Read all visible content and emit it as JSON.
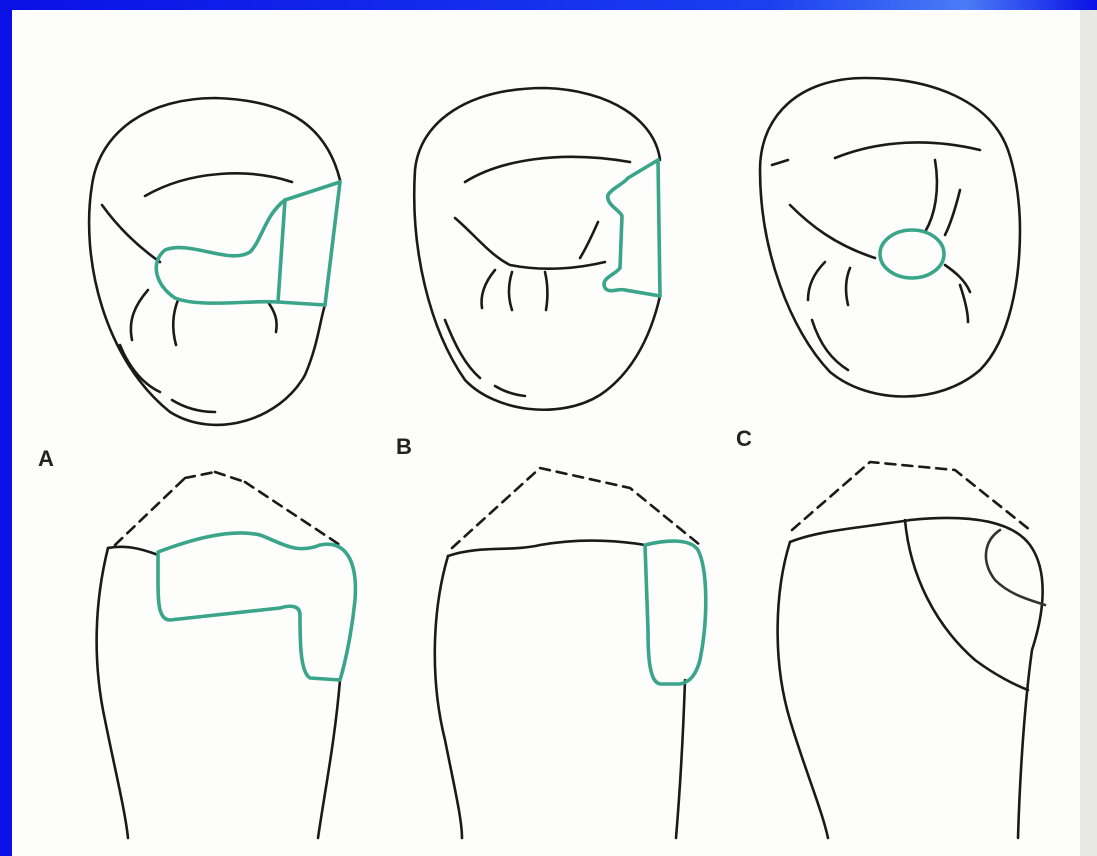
{
  "figure": {
    "panel_labels": [
      "A",
      "B",
      "C"
    ]
  },
  "colors": {
    "background": "#0a10e6",
    "page": "#fdfdfb",
    "outline": "#1a1a1a",
    "restoration": "#3aa58a"
  }
}
